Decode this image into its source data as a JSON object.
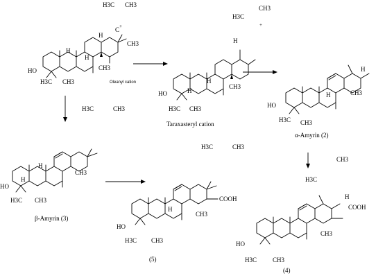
{
  "captions": {
    "oleanyl": "Oleanyl cation",
    "taraxasteryl": "Taraxasteryl cation",
    "alpha_amyrin": "α-Amyrin (2)",
    "beta_amyrin": "β-Amyrin (3)",
    "compound5": "(5)",
    "compound4": "(4)"
  },
  "atoms": {
    "ho": "HO",
    "h": "H",
    "h3c": "H3C",
    "ch3": "CH3",
    "cooh": "COOH",
    "plus": "+",
    "c_plus": "C"
  }
}
